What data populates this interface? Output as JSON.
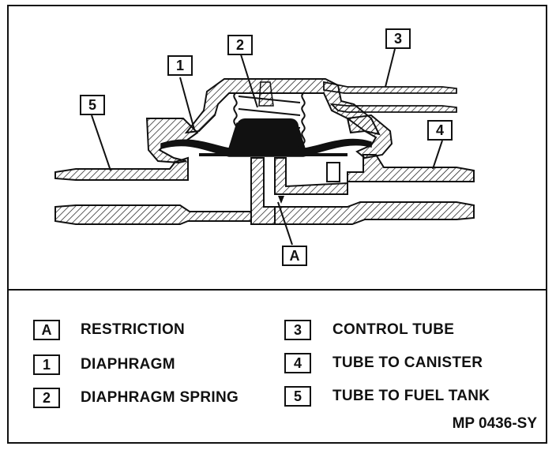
{
  "callouts": {
    "one": "1",
    "two": "2",
    "three": "3",
    "four": "4",
    "five": "5",
    "a": "A"
  },
  "legend": [
    {
      "key": "A",
      "label": "RESTRICTION"
    },
    {
      "key": "1",
      "label": "DIAPHRAGM"
    },
    {
      "key": "2",
      "label": "DIAPHRAGM SPRING"
    },
    {
      "key": "3",
      "label": "CONTROL TUBE"
    },
    {
      "key": "4",
      "label": "TUBE TO CANISTER"
    },
    {
      "key": "5",
      "label": "TUBE TO FUEL TANK"
    }
  ],
  "figure_code": "MP 0436-SY"
}
